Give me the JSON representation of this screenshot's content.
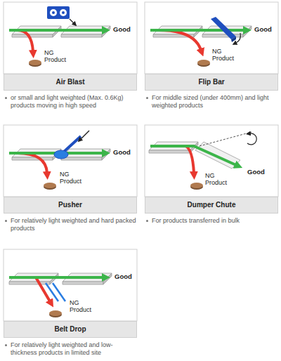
{
  "diagram": {
    "nodes": [
      {
        "text": [
          "Air Blast",
          "or small and light weighted (Max. 0.6Kg) products moving in high speed"
        ]
      },
      {
        "text": [
          "Flip Bar",
          "For middle sized (under 400mm) and light weighted products"
        ]
      },
      {
        "text": [
          "Pusher",
          "For relatively light weighted and hard packed products"
        ]
      },
      {
        "text": [
          "Dumper Chute",
          "For products transferred in bulk"
        ]
      },
      {
        "text": [
          "Belt Drop",
          "For relatively light weighted and low-thickness products in limited site"
        ]
      }
    ],
    "labels": [
      "Good",
      "NG Product",
      "Good",
      "NG Product",
      "Good",
      "NG Product",
      "Good",
      "NG Product",
      "Good",
      "NG Product"
    ]
  }
}
